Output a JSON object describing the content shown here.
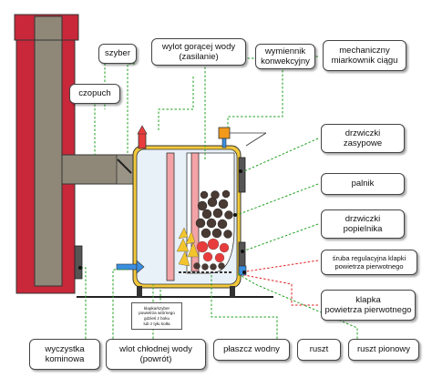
{
  "labels": {
    "szyber": "szyber",
    "wylot": "wylot gorącej wody\n(zasilanie)",
    "wymiennik": "wymiennik\nkonwekcyjny",
    "miarkownik": "mechaniczny\nmiarkownik ciągu",
    "czopuch": "czopuch",
    "drzwiczki_zasypowe": "drzwiczki\nzasypowe",
    "palnik": "palnik",
    "drzwiczki_popielnika": "drzwiczki\npopielnika",
    "sruba": "śruba regulacyjna klapki\npowietrza pierwotnego",
    "klapka": "klapka\npowietrza pierwotnego",
    "wyczystka": "wyczystka\nkominowa",
    "wlot": "wlot chłodnej wody\n(powrót)",
    "plaszcz": "płaszcz wodny",
    "ruszt": "ruszt",
    "ruszt_pionowy": "ruszt pionowy",
    "note": "klapka/szyber\npowietrza wtórnego\ngdzieś z boku\nlub z tyłu kotła"
  },
  "colors": {
    "chimney_red": "#c8283a",
    "chimney_gray": "#8f8878",
    "boiler_yellow": "#f2c83a",
    "water_blue": "#e9f1f8",
    "pipe_pink": "#f3a3a6",
    "coal_dark": "#4a3a34",
    "flame_yellow": "#f3c52c",
    "flame_red": "#e83c3c",
    "leader_green": "#22a022",
    "leader_red": "#e02020",
    "accent_orange": "#f39a1c",
    "accent_blue": "#3a8ee0"
  }
}
